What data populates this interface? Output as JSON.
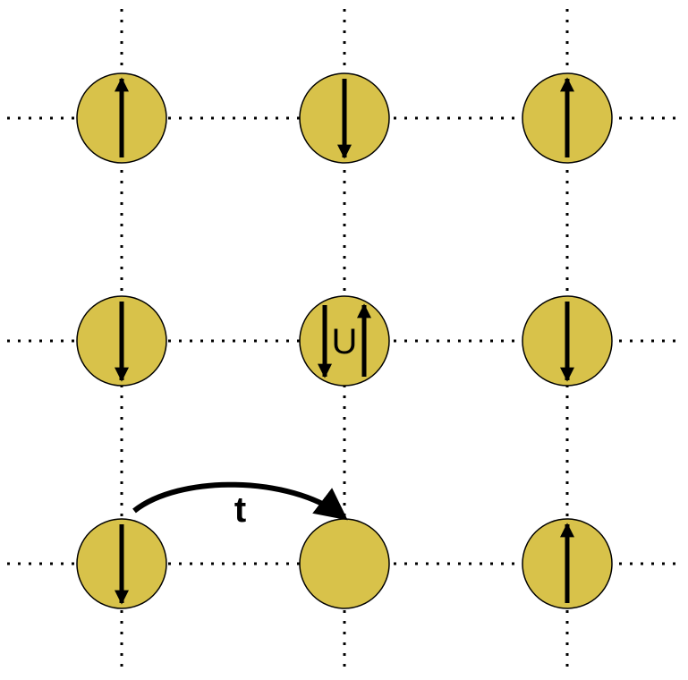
{
  "colors": {
    "site_fill": "#D8C24A",
    "site_stroke": "#000000",
    "line": "#000000"
  },
  "lattice": {
    "rows": 3,
    "cols": 3,
    "sites": [
      {
        "row": 0,
        "col": 0,
        "spins": [
          "up"
        ]
      },
      {
        "row": 0,
        "col": 1,
        "spins": [
          "down"
        ]
      },
      {
        "row": 0,
        "col": 2,
        "spins": [
          "up"
        ]
      },
      {
        "row": 1,
        "col": 0,
        "spins": [
          "down"
        ]
      },
      {
        "row": 1,
        "col": 1,
        "spins": [
          "down",
          "up"
        ],
        "label": "U"
      },
      {
        "row": 1,
        "col": 2,
        "spins": [
          "down"
        ]
      },
      {
        "row": 2,
        "col": 0,
        "spins": [
          "down"
        ]
      },
      {
        "row": 2,
        "col": 1,
        "spins": []
      },
      {
        "row": 2,
        "col": 2,
        "spins": [
          "up"
        ]
      }
    ]
  },
  "hopping": {
    "label": "t",
    "from": {
      "row": 2,
      "col": 0
    },
    "to": {
      "row": 2,
      "col": 1
    }
  }
}
